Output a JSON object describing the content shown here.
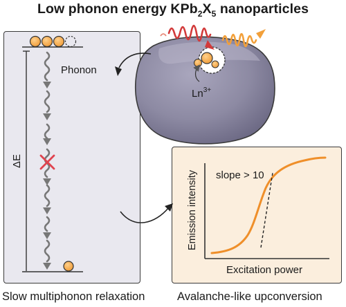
{
  "title": {
    "prefix": "Low phonon energy KPb",
    "sub1": "2",
    "mid": "X",
    "sub2": "5",
    "suffix": " nanoparticles"
  },
  "left_panel": {
    "phonon_label": "Phonon",
    "energy_gap_label": "ΔE",
    "caption": "Slow multiphonon relaxation"
  },
  "nanoparticle": {
    "ion_label": "Ln",
    "ion_charge": "3+"
  },
  "right_panel": {
    "slope_label": "slope > 10",
    "y_axis_label": "Emission intensity",
    "x_axis_label": "Excitation power",
    "caption": "Avalanche-like upconversion"
  },
  "colors": {
    "panel_left_bg": "#e9e8ef",
    "panel_right_bg": "#fbeedd",
    "electron": "#f3a84a",
    "curve": "#ef8f2a",
    "cross": "#e0434e",
    "wave_red": "#d23a3a",
    "wave_orange": "#f2a03a",
    "particle": "#8d8aa3"
  }
}
